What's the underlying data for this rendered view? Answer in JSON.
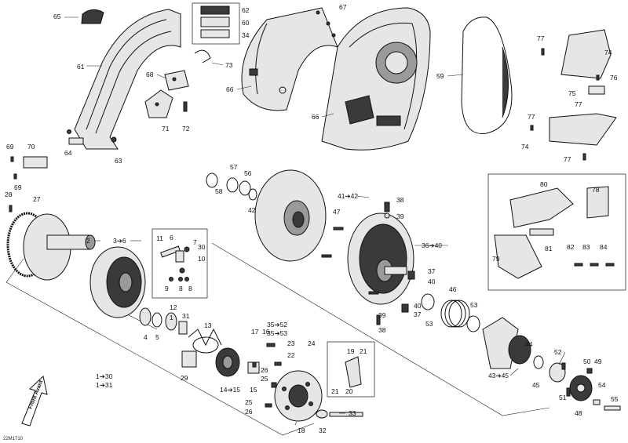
{
  "diagram": {
    "ref_code": "22M1710",
    "arrow_label": "Front Avant",
    "callouts": [
      {
        "id": "c65",
        "text": "65"
      },
      {
        "id": "c61",
        "text": "61"
      },
      {
        "id": "c64",
        "text": "64"
      },
      {
        "id": "c63",
        "text": "63"
      },
      {
        "id": "c62",
        "text": "62"
      },
      {
        "id": "c60",
        "text": "60"
      },
      {
        "id": "c34",
        "text": "34"
      },
      {
        "id": "c73",
        "text": "73"
      },
      {
        "id": "c68",
        "text": "68"
      },
      {
        "id": "c71",
        "text": "71"
      },
      {
        "id": "c72",
        "text": "72"
      },
      {
        "id": "c67",
        "text": "67"
      },
      {
        "id": "c66a",
        "text": "66"
      },
      {
        "id": "c66b",
        "text": "66"
      },
      {
        "id": "c59",
        "text": "59"
      },
      {
        "id": "c77a",
        "text": "77"
      },
      {
        "id": "c74a",
        "text": "74"
      },
      {
        "id": "c76",
        "text": "76"
      },
      {
        "id": "c75",
        "text": "75"
      },
      {
        "id": "c77b",
        "text": "77"
      },
      {
        "id": "c77c",
        "text": "77"
      },
      {
        "id": "c74b",
        "text": "74"
      },
      {
        "id": "c77d",
        "text": "77"
      },
      {
        "id": "c69a",
        "text": "69"
      },
      {
        "id": "c70",
        "text": "70"
      },
      {
        "id": "c69b",
        "text": "69"
      },
      {
        "id": "c28",
        "text": "28"
      },
      {
        "id": "c27",
        "text": "27"
      },
      {
        "id": "c2",
        "text": "2"
      },
      {
        "id": "c3_6",
        "text": "3➔6"
      },
      {
        "id": "c11",
        "text": "11"
      },
      {
        "id": "c6",
        "text": "6"
      },
      {
        "id": "c30",
        "text": "30"
      },
      {
        "id": "c7",
        "text": "7"
      },
      {
        "id": "c10",
        "text": "10"
      },
      {
        "id": "c9",
        "text": "9"
      },
      {
        "id": "c8a",
        "text": "8"
      },
      {
        "id": "c8b",
        "text": "8"
      },
      {
        "id": "c57",
        "text": "57"
      },
      {
        "id": "c56",
        "text": "56"
      },
      {
        "id": "c58",
        "text": "58"
      },
      {
        "id": "c42",
        "text": "42"
      },
      {
        "id": "c41_42",
        "text": "41➔42"
      },
      {
        "id": "c38a",
        "text": "38"
      },
      {
        "id": "c39a",
        "text": "39"
      },
      {
        "id": "c47",
        "text": "47"
      },
      {
        "id": "c36_40",
        "text": "36➔40"
      },
      {
        "id": "c37a",
        "text": "37"
      },
      {
        "id": "c40a",
        "text": "40"
      },
      {
        "id": "c40b",
        "text": "40"
      },
      {
        "id": "c37b",
        "text": "37"
      },
      {
        "id": "c39b",
        "text": "39"
      },
      {
        "id": "c38b",
        "text": "38"
      },
      {
        "id": "c46",
        "text": "46"
      },
      {
        "id": "c53a",
        "text": "53"
      },
      {
        "id": "c53b",
        "text": "53"
      },
      {
        "id": "c80",
        "text": "80"
      },
      {
        "id": "c78",
        "text": "78"
      },
      {
        "id": "c81",
        "text": "81"
      },
      {
        "id": "c82",
        "text": "82"
      },
      {
        "id": "c83",
        "text": "83"
      },
      {
        "id": "c84",
        "text": "84"
      },
      {
        "id": "c79",
        "text": "79"
      },
      {
        "id": "c4",
        "text": "4"
      },
      {
        "id": "c5",
        "text": "5"
      },
      {
        "id": "c12",
        "text": "12"
      },
      {
        "id": "c1",
        "text": "1"
      },
      {
        "id": "c31",
        "text": "31"
      },
      {
        "id": "c13",
        "text": "13"
      },
      {
        "id": "c17",
        "text": "17"
      },
      {
        "id": "c16",
        "text": "16"
      },
      {
        "id": "c35_52",
        "text": "35➔52"
      },
      {
        "id": "c35_53",
        "text": "35➔53"
      },
      {
        "id": "c23",
        "text": "23"
      },
      {
        "id": "c22",
        "text": "22"
      },
      {
        "id": "c24",
        "text": "24"
      },
      {
        "id": "c19",
        "text": "19"
      },
      {
        "id": "c21a",
        "text": "21"
      },
      {
        "id": "c29",
        "text": "29"
      },
      {
        "id": "c1_30",
        "text": "1➔30"
      },
      {
        "id": "c1_31",
        "text": "1➔31"
      },
      {
        "id": "c14_15",
        "text": "14➔15"
      },
      {
        "id": "c15",
        "text": "15"
      },
      {
        "id": "c26a",
        "text": "26"
      },
      {
        "id": "c25a",
        "text": "25"
      },
      {
        "id": "c21b",
        "text": "21"
      },
      {
        "id": "c20",
        "text": "20"
      },
      {
        "id": "c25b",
        "text": "25"
      },
      {
        "id": "c26b",
        "text": "26"
      },
      {
        "id": "c18",
        "text": "18"
      },
      {
        "id": "c32",
        "text": "32"
      },
      {
        "id": "c33",
        "text": "33"
      },
      {
        "id": "c44",
        "text": "44"
      },
      {
        "id": "c43_45",
        "text": "43➔45"
      },
      {
        "id": "c45",
        "text": "45"
      },
      {
        "id": "c52",
        "text": "52"
      },
      {
        "id": "c50",
        "text": "50"
      },
      {
        "id": "c49",
        "text": "49"
      },
      {
        "id": "c51",
        "text": "51"
      },
      {
        "id": "c54",
        "text": "54"
      },
      {
        "id": "c48",
        "text": "48"
      },
      {
        "id": "c55",
        "text": "55"
      }
    ]
  }
}
